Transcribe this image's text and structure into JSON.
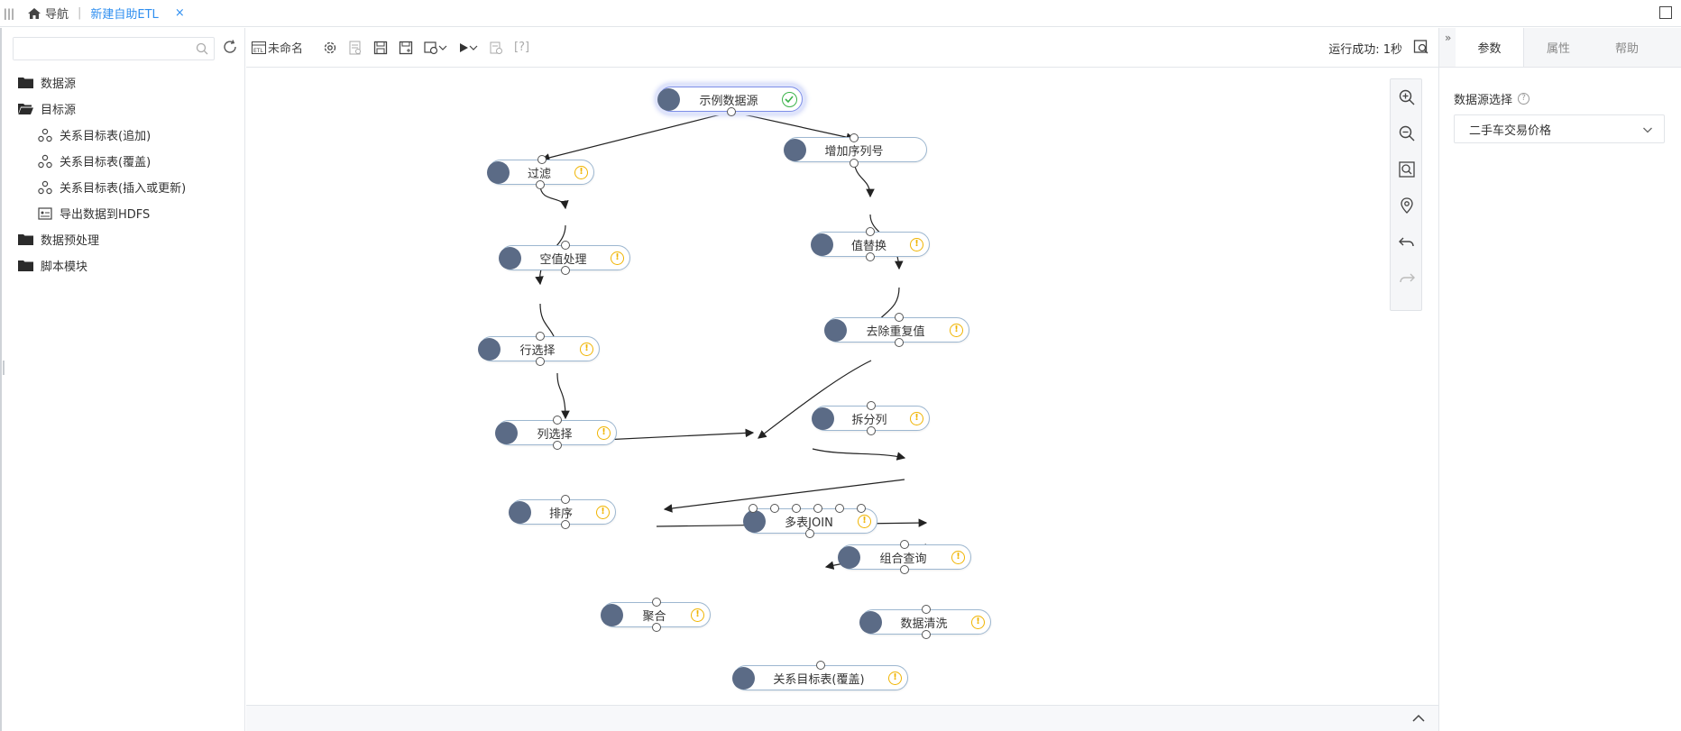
{
  "topbar": {
    "home_label": "导航",
    "tab_label": "新建自助ETL",
    "close_glyph": "×"
  },
  "sidebar": {
    "search_placeholder": "",
    "tree": [
      {
        "label": "数据源"
      },
      {
        "label": "目标源",
        "children": [
          {
            "label": "关系目标表(追加)"
          },
          {
            "label": "关系目标表(覆盖)"
          },
          {
            "label": "关系目标表(插入或更新)"
          },
          {
            "label": "导出数据到HDFS"
          }
        ]
      },
      {
        "label": "数据预处理"
      },
      {
        "label": "脚本模块"
      }
    ]
  },
  "toolbar": {
    "etl_name": "未命名",
    "help_text": "[?]",
    "status": "运行成功: 1秒"
  },
  "nodes": [
    {
      "label": "示例数据源",
      "state": "ok"
    },
    {
      "label": "过滤",
      "state": "warn"
    },
    {
      "label": "增加序列号",
      "state": "none"
    },
    {
      "label": "空值处理",
      "state": "warn"
    },
    {
      "label": "值替换",
      "state": "warn"
    },
    {
      "label": "行选择",
      "state": "warn"
    },
    {
      "label": "去除重复值",
      "state": "warn"
    },
    {
      "label": "列选择",
      "state": "warn"
    },
    {
      "label": "拆分列",
      "state": "warn"
    },
    {
      "label": "排序",
      "state": "warn"
    },
    {
      "label": "多表JOIN",
      "state": "warn"
    },
    {
      "label": "组合查询",
      "state": "warn"
    },
    {
      "label": "聚合",
      "state": "warn"
    },
    {
      "label": "数据清洗",
      "state": "warn"
    },
    {
      "label": "关系目标表(覆盖)",
      "state": "warn"
    }
  ],
  "warn_glyph": "!",
  "right_panel": {
    "tabs": [
      "参数",
      "属性",
      "帮助"
    ],
    "active_tab": "参数",
    "field_label": "数据源选择",
    "help_glyph": "?",
    "select_value": "二手车交易价格"
  },
  "colors": {
    "accent": "#2f8ff0",
    "node_icon": "#5b6b86",
    "warn": "#f0b400",
    "ok": "#3bb34a"
  }
}
